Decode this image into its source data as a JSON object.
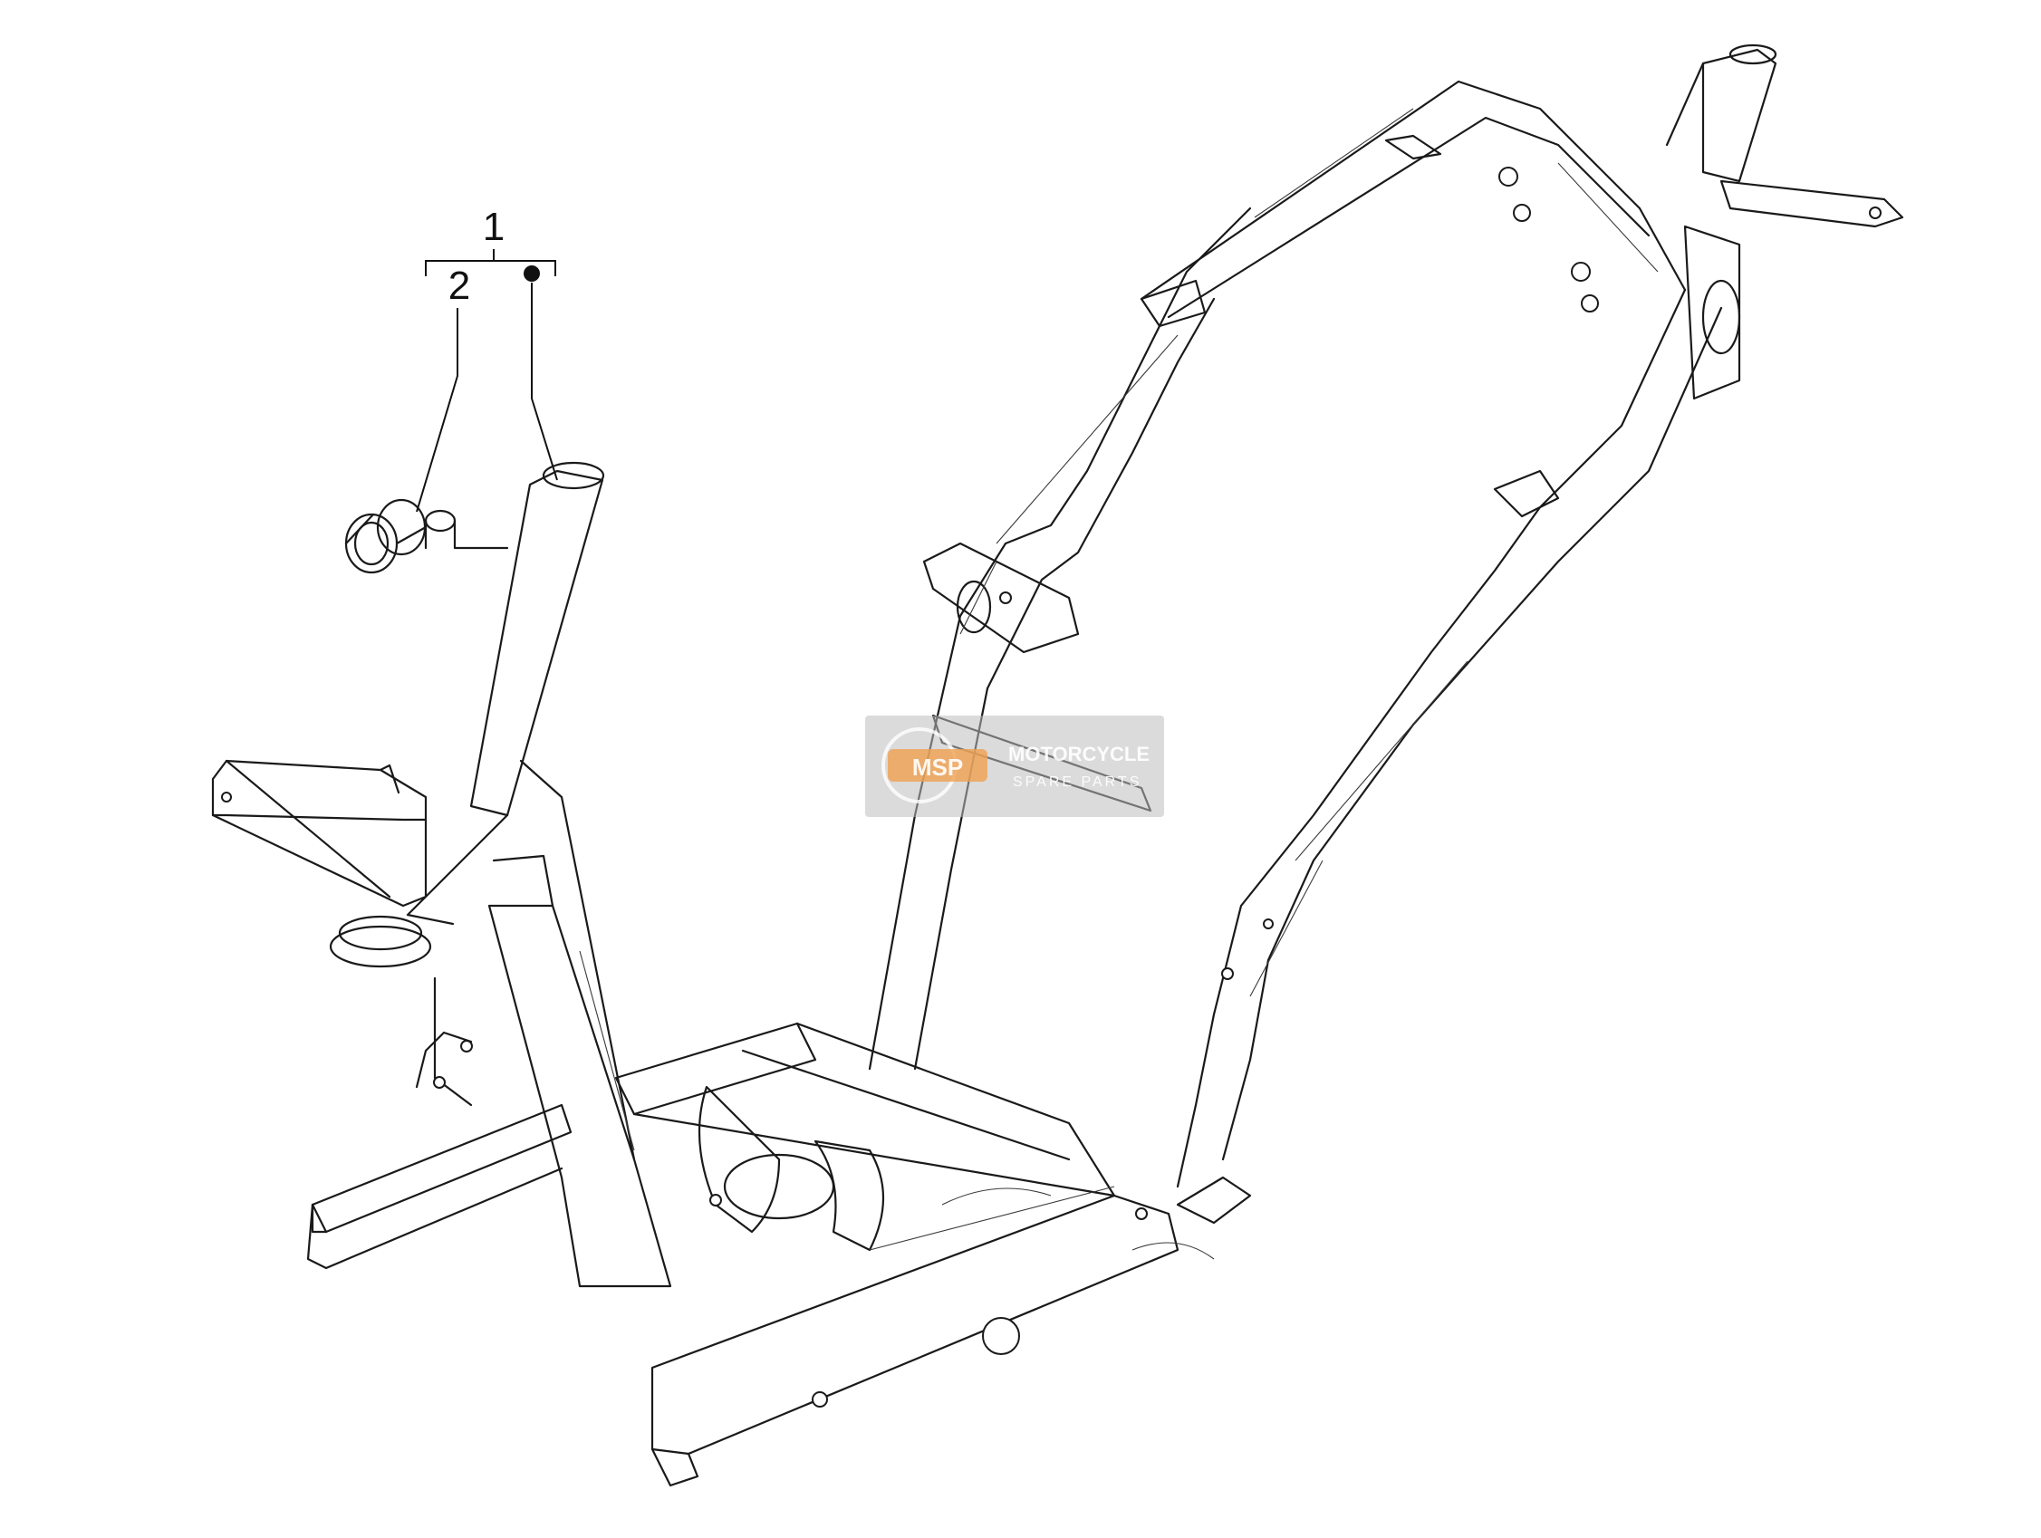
{
  "callouts": {
    "assembly_number": "1",
    "part_number": "2"
  },
  "watermark": {
    "logo_text": "MSP",
    "line1": "MOTORCYCLE",
    "line2": "SPARE PARTS"
  },
  "colors": {
    "line": "#1a1a1a",
    "background": "#ffffff",
    "watermark_accent": "#f0a050"
  }
}
